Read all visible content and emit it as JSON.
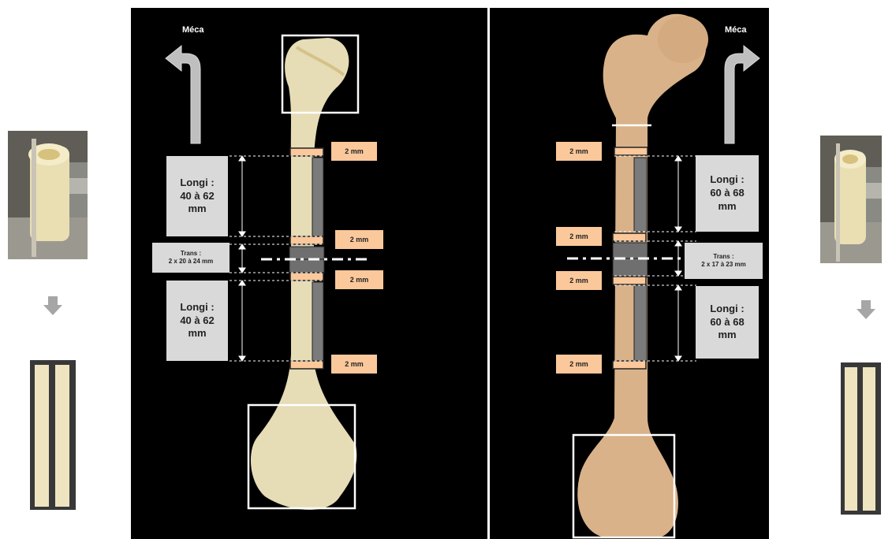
{
  "left": {
    "meca": "Méca",
    "cut_labels": [
      "2 mm",
      "2 mm",
      "2 mm",
      "2 mm"
    ],
    "longi_top": {
      "line1": "Longi :",
      "line2": "40 à 62",
      "line3": "mm"
    },
    "trans": {
      "line1": "Trans :",
      "line2": "2 x 20 à 24 mm"
    },
    "longi_bottom": {
      "line1": "Longi :",
      "line2": "40 à 62",
      "line3": "mm"
    }
  },
  "right": {
    "meca": "Méca",
    "cut_labels": [
      "2 mm",
      "2 mm",
      "2 mm",
      "2 mm"
    ],
    "longi_top": {
      "line1": "Longi :",
      "line2": "60 à 68",
      "line3": "mm"
    },
    "trans": {
      "line1": "Trans :",
      "line2": "2 x 17 à 23 mm"
    },
    "longi_bottom": {
      "line1": "Longi :",
      "line2": "60 à 68",
      "line3": "mm"
    }
  },
  "colors": {
    "cut_tag": "#fbc89b",
    "label_box": "#d9d9d9",
    "panel_bg": "#000000",
    "humerus": "#e6dcb6",
    "femur": "#d9b28a"
  }
}
